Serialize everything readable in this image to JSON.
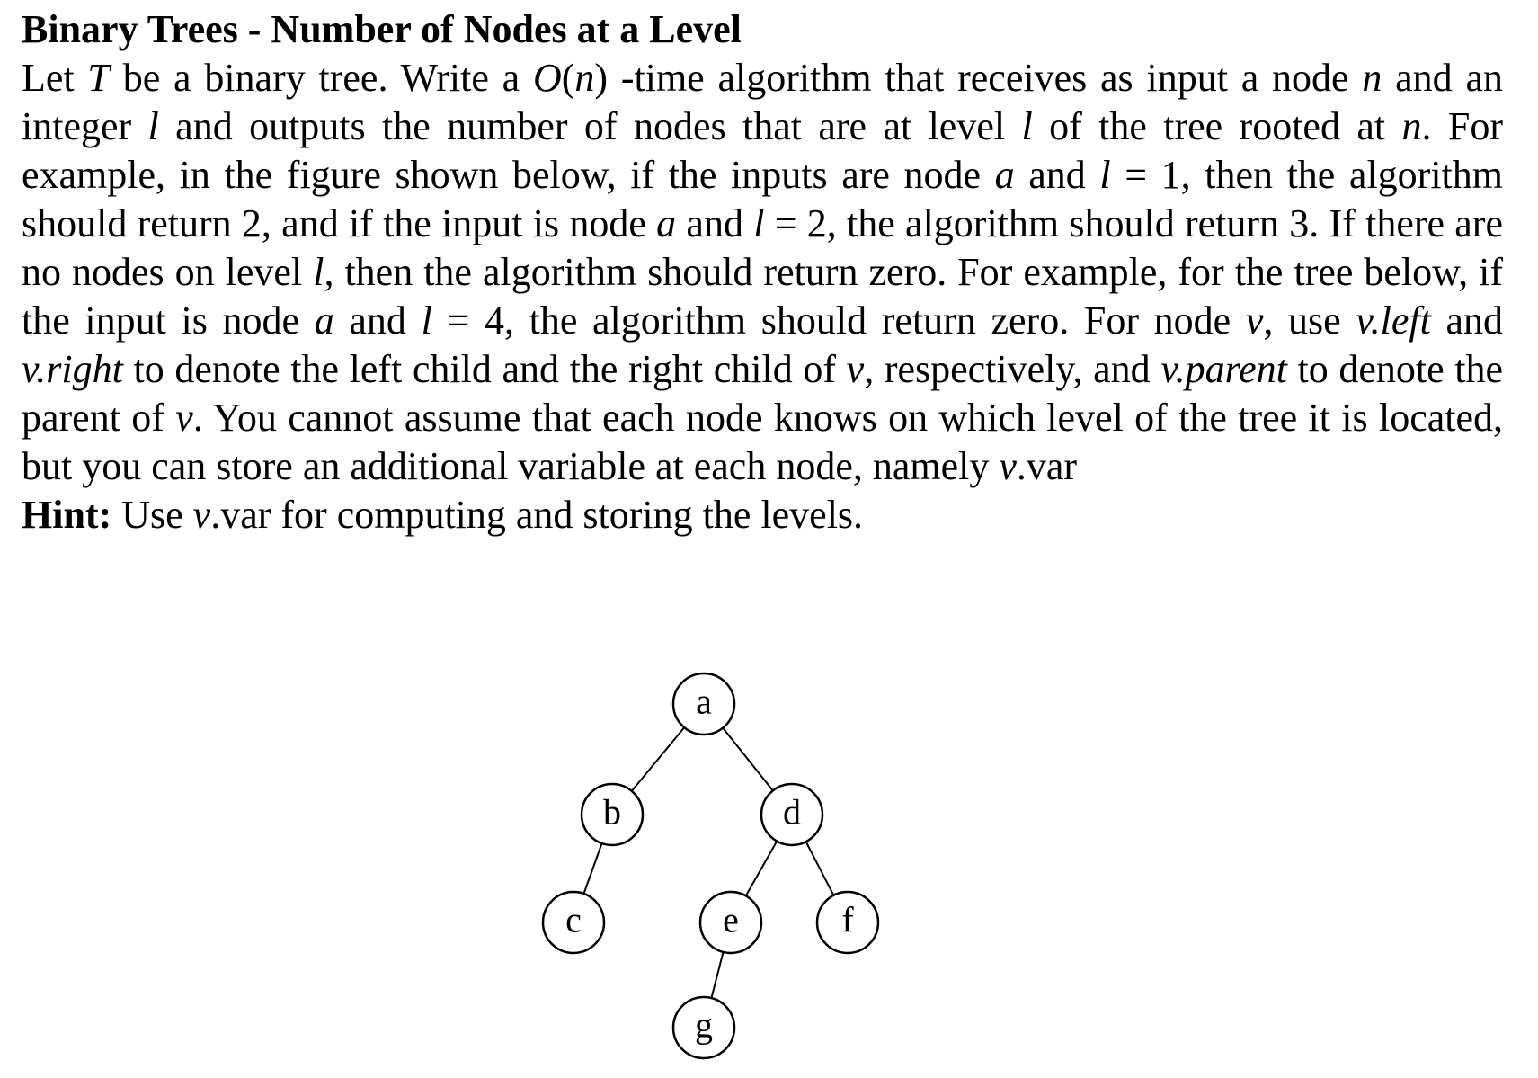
{
  "title": "Binary Trees - Number of Nodes at a Level",
  "problem": {
    "p01": "Let ",
    "p02": "T",
    "p03": " be a binary tree. Write a ",
    "p04": "O",
    "p05": "(",
    "p06": "n",
    "p07": ")",
    "p08": " -time algorithm that receives as input a node ",
    "p09": "n",
    "p10": " and an integer ",
    "p11": "l",
    "p12": " and outputs the number of nodes that are at level ",
    "p13": "l",
    "p14": " of the tree rooted at ",
    "p15": "n",
    "p16": ". For example, in the figure shown below, if the inputs are node ",
    "p17": "a",
    "p18": " and ",
    "p19": "l",
    "p20": " = 1, then the algorithm should return 2, and if the input is node ",
    "p21": "a",
    "p22": " and ",
    "p23": "l",
    "p24": " = 2, the algorithm should return 3. If there are no nodes on level ",
    "p25": "l",
    "p26": ", then the algorithm should return zero. For example, for the tree below, if the input is node ",
    "p27": "a",
    "p28": " and ",
    "p29": "l",
    "p30": " = 4, the algorithm should return zero. For node ",
    "p31": "v",
    "p32": ", use ",
    "p33": "v.left",
    "p34": " and ",
    "p35": "v.right",
    "p36": " to denote the left child and the right child of ",
    "p37": "v",
    "p38": ", respectively, and ",
    "p39": "v.parent",
    "p40": " to denote the parent of ",
    "p41": "v",
    "p42": ". You cannot assume that each node knows on which level of the tree it is located, but you can store an additional variable at each node, namely ",
    "p43": "v",
    "p44": ".var"
  },
  "hint": {
    "label": "Hint:",
    "t1": " Use ",
    "t2": "v",
    "t3": ".var",
    "t4": " for computing and storing the levels."
  },
  "tree": {
    "nodes": [
      {
        "id": "a",
        "label": "a"
      },
      {
        "id": "b",
        "label": "b"
      },
      {
        "id": "d",
        "label": "d"
      },
      {
        "id": "c",
        "label": "c"
      },
      {
        "id": "e",
        "label": "e"
      },
      {
        "id": "f",
        "label": "f"
      },
      {
        "id": "g",
        "label": "g"
      }
    ],
    "edges": [
      {
        "from": "a",
        "to": "b"
      },
      {
        "from": "a",
        "to": "d"
      },
      {
        "from": "b",
        "to": "c"
      },
      {
        "from": "d",
        "to": "e"
      },
      {
        "from": "d",
        "to": "f"
      },
      {
        "from": "e",
        "to": "g"
      }
    ]
  }
}
